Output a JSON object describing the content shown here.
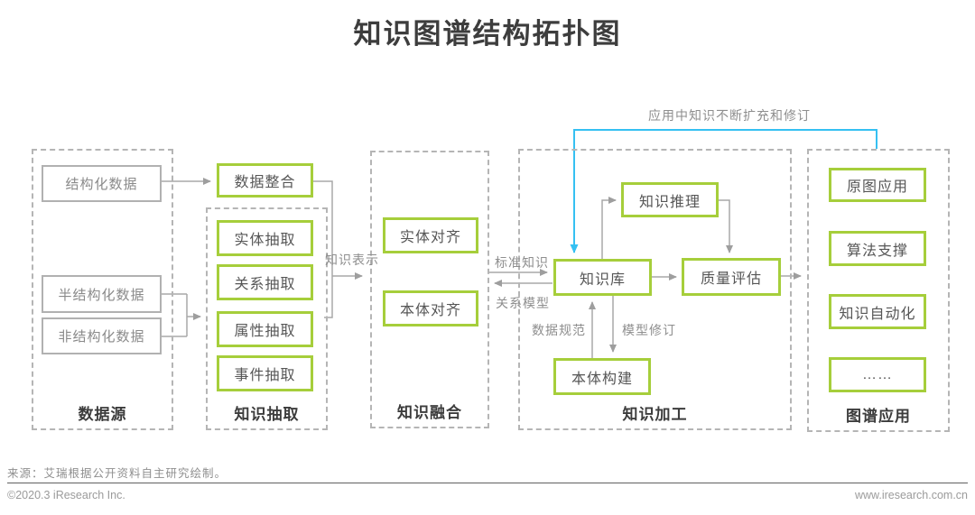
{
  "title": "知识图谱结构拓扑图",
  "groups": [
    {
      "label": "数据源",
      "boxes": [
        "结构化数据",
        "半结构化数据",
        "非结构化数据"
      ]
    },
    {
      "label": "知识抽取",
      "integration": "数据整合",
      "boxes": [
        "实体抽取",
        "关系抽取",
        "属性抽取",
        "事件抽取"
      ]
    },
    {
      "label": "知识融合",
      "boxes": [
        "实体对齐",
        "本体对齐"
      ]
    },
    {
      "label": "知识加工",
      "boxes": [
        "知识推理",
        "知识库",
        "质量评估",
        "本体构建"
      ]
    },
    {
      "label": "图谱应用",
      "boxes": [
        "原图应用",
        "算法支撑",
        "知识自动化",
        "……"
      ]
    }
  ],
  "edge_labels": {
    "knowledge_representation": "知识表示",
    "standard_knowledge": "标准知识",
    "relation_model": "关系模型",
    "data_specification": "数据规范",
    "model_revision": "模型修订",
    "feedback": "应用中知识不断扩充和修订"
  },
  "footer": {
    "source": "来源：艾瑞根据公开资料自主研究绘制。",
    "copyright": "©2020.3 iResearch Inc.",
    "website": "www.iresearch.com.cn"
  },
  "colors": {
    "green_border": "#a6ce3b",
    "gray_border": "#b1b1b1",
    "connector_gray": "#a8a8a8",
    "feedback_cyan": "#35c0f2"
  }
}
